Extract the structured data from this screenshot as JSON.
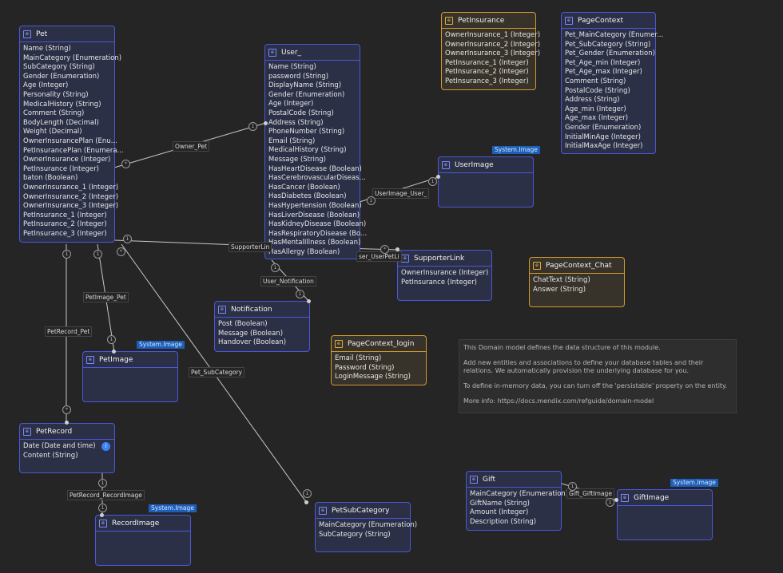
{
  "entities": {
    "pet": {
      "name": "Pet",
      "icon": "entity-icon",
      "attributes": [
        "Name (String)",
        "MainCategory (Enumeration)",
        "SubCategory (String)",
        "Gender (Enumeration)",
        "Age (Integer)",
        "Personality (String)",
        "MedicalHistory (String)",
        "Comment (String)",
        "BodyLength (Decimal)",
        "Weight (Decimal)",
        "OwnerInsurancePlan (Enu...",
        "PetInsurancePlan (Enumera...",
        "OwnerInsurance (Integer)",
        "PetInsurance (Integer)",
        "baton (Boolean)",
        "OwnerInsurance_1 (Integer)",
        "OwnerInsurance_2 (Integer)",
        "OwnerInsurance_3 (Integer)",
        "PetInsurance_1 (Integer)",
        "PetInsurance_2 (Integer)",
        "PetInsurance_3 (Integer)"
      ]
    },
    "user": {
      "name": "User_",
      "icon": "entity-icon",
      "attributes": [
        "Name (String)",
        "password (String)",
        "DisplayName (String)",
        "Gender (Enumeration)",
        "Age (Integer)",
        "PostalCode (String)",
        "Address (String)",
        "PhoneNumber (String)",
        "Email (String)",
        "MedicalHistory (String)",
        "Message (String)",
        "HasHeartDisease (Boolean)",
        "HasCerebrovascularDiseas...",
        "HasCancer (Boolean)",
        "HasDiabetes (Boolean)",
        "HasHypertension (Boolean)",
        "HasLiverDisease (Boolean)",
        "HasKidneyDisease (Boolean)",
        "HasRespiratoryDisease (Bo...",
        "HasMentalIllness (Boolean)",
        "HasAllergy (Boolean)"
      ]
    },
    "petinsurance": {
      "name": "PetInsurance",
      "icon": "entity-icon",
      "attributes": [
        "OwnerInsurance_1 (Integer)",
        "OwnerInsurance_2 (Integer)",
        "OwnerInsurance_3 (Integer)",
        "PetInsurance_1 (Integer)",
        "PetInsurance_2 (Integer)",
        "PetInsurance_3 (Integer)"
      ]
    },
    "pagecontext": {
      "name": "PageContext",
      "icon": "entity-icon",
      "attributes": [
        "Pet_MainCategory (Enumer...",
        "Pet_SubCategory (String)",
        "Pet_Gender (Enumeration)",
        "Pet_Age_min (Integer)",
        "Pet_Age_max (Integer)",
        "Comment (String)",
        "PostalCode (String)",
        "Address (String)",
        "Age_min (Integer)",
        "Age_max (Integer)",
        "Gender (Enumeration)",
        "InitialMinAge (Integer)",
        "InitialMaxAge (Integer)"
      ]
    },
    "userimage": {
      "name": "UserImage",
      "icon": "entity-icon",
      "generalization": "System.Image",
      "attributes": []
    },
    "supporterlink": {
      "name": "SupporterLink",
      "icon": "entity-icon",
      "attributes": [
        "OwnerInsurance (Integer)",
        "PetInsurance (Integer)"
      ]
    },
    "pagecontext_chat": {
      "name": "PageContext_Chat",
      "icon": "entity-icon",
      "attributes": [
        "ChatText (String)",
        "Answer (String)"
      ]
    },
    "notification": {
      "name": "Notification",
      "icon": "entity-icon",
      "attributes": [
        "Post (Boolean)",
        "Message (Boolean)",
        "Handover (Boolean)"
      ]
    },
    "pagecontext_login": {
      "name": "PageContext_login",
      "icon": "entity-icon",
      "attributes": [
        "Email (String)",
        "Password (String)",
        "LoginMessage (String)"
      ]
    },
    "petimage": {
      "name": "PetImage",
      "icon": "entity-icon",
      "generalization": "System.Image",
      "attributes": []
    },
    "petrecord": {
      "name": "PetRecord",
      "icon": "entity-icon",
      "badge": "i",
      "attributes": [
        "Date (Date and time)",
        "Content (String)"
      ]
    },
    "recordimage": {
      "name": "RecordImage",
      "icon": "entity-icon",
      "generalization": "System.Image",
      "attributes": []
    },
    "petsubcategory": {
      "name": "PetSubCategory",
      "icon": "entity-icon",
      "attributes": [
        "MainCategory (Enumeration)",
        "SubCategory (String)"
      ]
    },
    "gift": {
      "name": "Gift",
      "icon": "entity-icon",
      "attributes": [
        "MainCategory (Enumeration)",
        "GiftName (String)",
        "Amount (Integer)",
        "Description (String)"
      ]
    },
    "giftimage": {
      "name": "GiftImage",
      "icon": "entity-icon",
      "generalization": "System.Image",
      "attributes": []
    }
  },
  "associations": {
    "owner_pet": "Owner_Pet",
    "userimage_user": "UserImage_User_",
    "supporterlink_pet": "SupporterLin",
    "supporterlink_user": "ser_UserPetLi",
    "user_notification": "User_Notification",
    "petimage_pet": "PetImage_Pet",
    "petrecord_pet": "PetRecord_Pet",
    "pet_subcategory": "Pet_SubCategory",
    "petrecord_recordimage": "PetRecord_RecordImage",
    "gift_giftimage": "Gift_GiftImage"
  },
  "multiplicity": {
    "one": "1",
    "many": "*"
  },
  "info": {
    "p1": "This Domain model defines the data structure of this module.",
    "p2": "Add new entities and associations to define your database tables and their relations. We automatically provision the underlying database for you.",
    "p3": "To define in-memory data, you can turn off the 'persistable' property on the entity.",
    "p4": "More info: https://docs.mendix.com/refguide/domain-model"
  },
  "colors": {
    "canvas": "#252526",
    "persistable_border": "#4a58d8",
    "non_persistable_border": "#d09a2c",
    "generalization_tag": "#1d5fb8",
    "connector": "#c8c8c8"
  }
}
